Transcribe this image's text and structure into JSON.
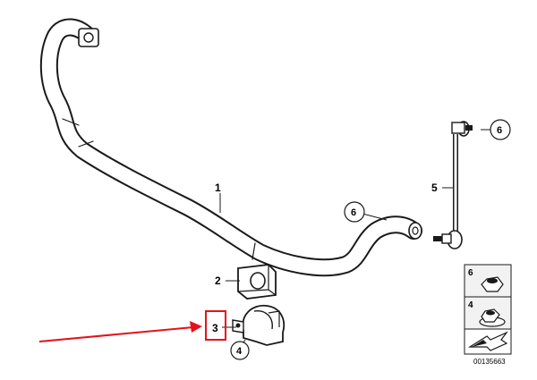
{
  "labels": {
    "bar": "1",
    "bushing": "2",
    "highlighted_part": "3",
    "bracket": "4",
    "link": "5",
    "nut_link_top": "6",
    "nut_bar_end": "6"
  },
  "legend": {
    "item_top": "6",
    "item_bottom": "4"
  },
  "diagram_number": "00135663",
  "colors": {
    "highlight": "#e3121b",
    "line": "#1a1a1a",
    "legend_fill": "#f2f2f2"
  }
}
